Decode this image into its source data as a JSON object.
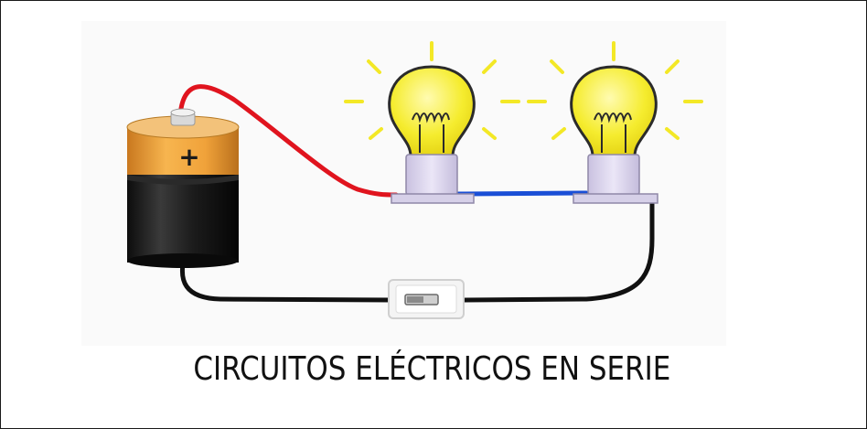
{
  "title": "CIRCUITOS ELÉCTRICOS EN SERIE",
  "battery": {
    "terminal_symbol": "+"
  },
  "colors": {
    "wire_positive": "#e0141e",
    "wire_between_bulbs": "#1a4fd6",
    "wire_return": "#111111",
    "battery_top": "#f0a23a",
    "battery_body": "#1b1b1b",
    "bulb_glass": "#f5ec2e",
    "bulb_rays": "#f3e826",
    "socket": "#d9d2ec"
  },
  "components": [
    "battery",
    "bulb",
    "bulb",
    "switch"
  ]
}
